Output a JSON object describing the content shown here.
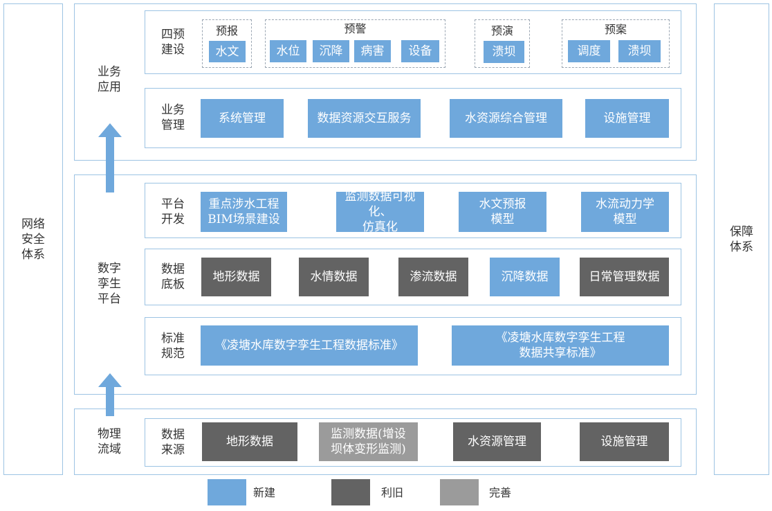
{
  "side": {
    "left": "网络\n安全\n体系",
    "right": "保障\n体系"
  },
  "layers": {
    "business": "业务\n应用",
    "digital": "数字\n孪生\n平台",
    "physical": "物理\n流域"
  },
  "rows": {
    "four": {
      "label": "四预\n建设",
      "groups": [
        {
          "title": "预报",
          "items": [
            "水文"
          ]
        },
        {
          "title": "预警",
          "items": [
            "水位",
            "沉降",
            "病害",
            "设备"
          ]
        },
        {
          "title": "预演",
          "items": [
            "溃坝"
          ]
        },
        {
          "title": "预案",
          "items": [
            "调度",
            "溃坝"
          ]
        }
      ]
    },
    "biz": {
      "label": "业务\n管理",
      "items": [
        "系统管理",
        "数据资源交互服务",
        "水资源综合管理",
        "设施管理"
      ]
    },
    "platform": {
      "label": "平台\n开发",
      "items": [
        "重点涉水工程\nBIM场景建设",
        "监测数据可视化、\n仿真化",
        "水文预报\n模型",
        "水流动力学\n模型"
      ]
    },
    "base": {
      "label": "数据\n底板",
      "items": [
        "地形数据",
        "水情数据",
        "渗流数据",
        "沉降数据",
        "日常管理数据"
      ]
    },
    "standard": {
      "label": "标准\n规范",
      "items": [
        "《凌塘水库数字孪生工程数据标准》",
        "《凌塘水库数字孪生工程\n数据共享标准》"
      ]
    },
    "source": {
      "label": "数据\n来源",
      "items": [
        "地形数据",
        "监测数据(增设\n坝体变形监测)",
        "水资源管理",
        "设施管理"
      ]
    }
  },
  "legend": [
    "新建",
    "利旧",
    "完善"
  ],
  "colors": {
    "new": "#6fa8dc",
    "reuse": "#636363",
    "improve": "#9b9b9b",
    "border": "#9cc3e3"
  }
}
